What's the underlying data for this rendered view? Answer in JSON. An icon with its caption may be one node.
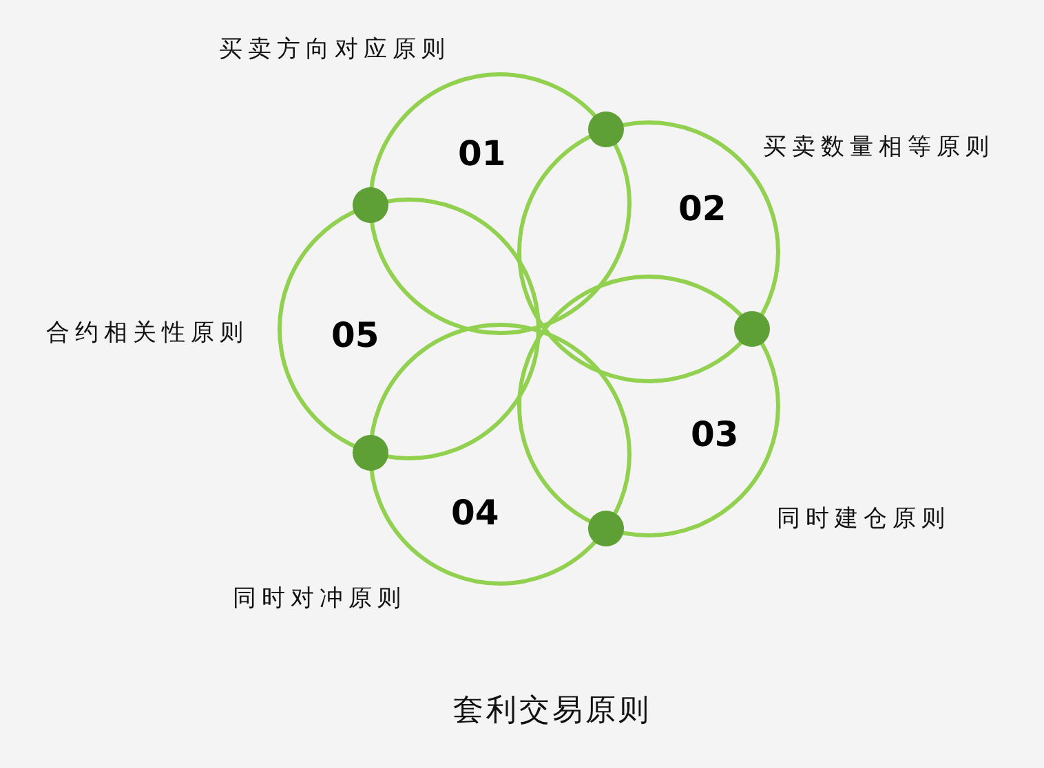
{
  "diagram": {
    "caption": "套利交易原则",
    "nodes": [
      {
        "text": [
          "01"
        ],
        "beside": [
          "买卖方向对应原则"
        ]
      },
      {
        "text": [
          "02"
        ],
        "beside": [
          "买卖数量相等原则"
        ]
      },
      {
        "text": [
          "03"
        ],
        "beside": [
          "同时建仓原则"
        ]
      },
      {
        "text": [
          "04"
        ],
        "beside": [
          "同时对冲原则"
        ]
      },
      {
        "text": [
          "05"
        ],
        "beside": [
          "合约相关性原则"
        ]
      }
    ]
  }
}
